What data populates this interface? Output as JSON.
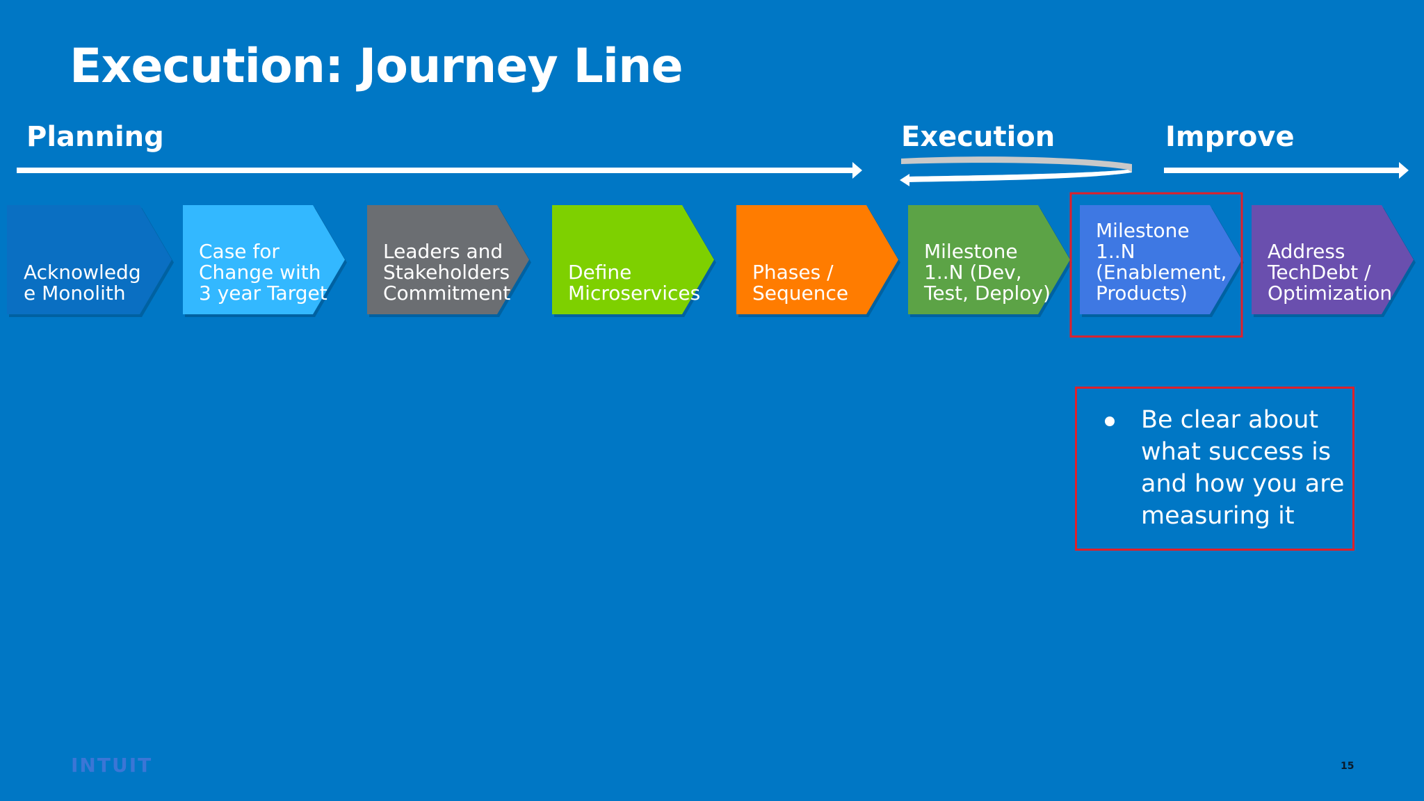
{
  "slide": {
    "title": "Execution: Journey Line",
    "page_number": "15",
    "logo_text": "INTUIT"
  },
  "phases": [
    {
      "label": "Planning"
    },
    {
      "label": "Execution"
    },
    {
      "label": "Improve"
    }
  ],
  "steps": [
    {
      "text": "Acknowledg\ne Monolith",
      "color": "#0A6FC2"
    },
    {
      "text": "Case for\nChange with\n3 year Target",
      "color": "#33B8FF"
    },
    {
      "text": "Leaders and\nStakeholders\nCommitment",
      "color": "#6B6E72"
    },
    {
      "text": "Define\nMicroservices",
      "color": "#7ED000"
    },
    {
      "text": "Phases /\nSequence",
      "color": "#FF7C00"
    },
    {
      "text": "Milestone\n1..N (Dev,\nTest, Deploy)",
      "color": "#5CA346"
    },
    {
      "text": "Milestone\n1..N\n(Enablement,\nProducts)",
      "color": "#3E78E3"
    },
    {
      "text": "Address\nTechDebt /\nOptimization",
      "color": "#6A4FAE"
    }
  ],
  "highlight_color": "#E0202A",
  "callout": {
    "bullets": [
      "Be clear about what success is and how you are measuring it"
    ]
  }
}
